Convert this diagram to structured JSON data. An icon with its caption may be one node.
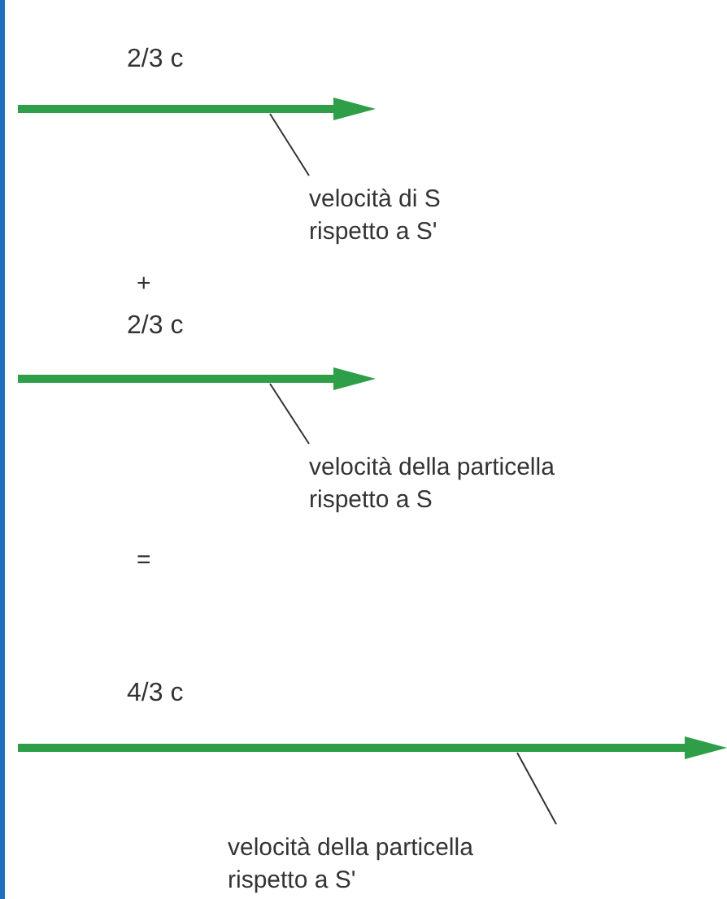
{
  "diagram": {
    "nodes": [
      {
        "text": [],
        "shape": "arrow"
      },
      {
        "text": [
          "velocità di S rispetto a S'"
        ]
      },
      {
        "text": [],
        "shape": "arrow"
      },
      {
        "text": [
          "velocità della particella rispetto a S"
        ]
      },
      {
        "text": [],
        "shape": "arrow"
      },
      {
        "text": [
          "velocità della particella rispetto a S'"
        ]
      }
    ],
    "edges": [
      {
        "from": 1,
        "to": 0,
        "arrow": "none"
      },
      {
        "from": 3,
        "to": 2,
        "arrow": "none"
      },
      {
        "from": 5,
        "to": 4,
        "arrow": "none"
      }
    ],
    "labels": [
      "2/3 c",
      "+",
      "2/3 c",
      "=",
      "4/3 c"
    ]
  }
}
